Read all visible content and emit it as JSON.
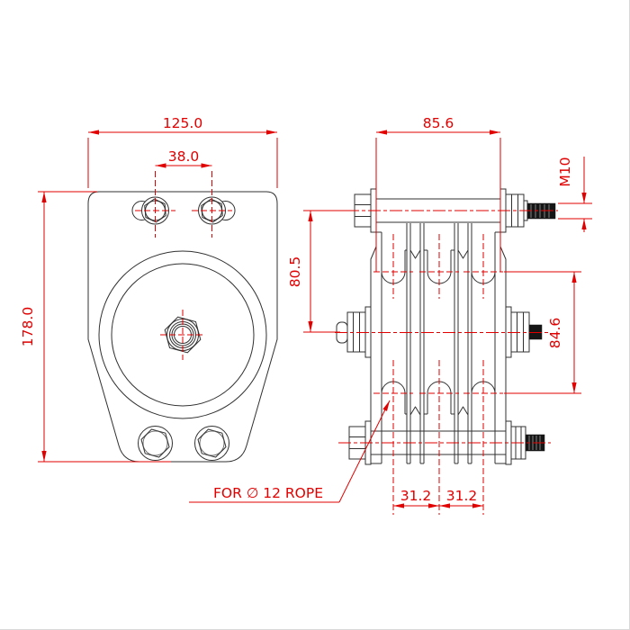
{
  "drawing": {
    "title": "three-sheave-pulley-block-drawing",
    "front_view": {
      "overall_width": "125.0",
      "bolt_spacing": "38.0",
      "overall_height": "178.0"
    },
    "side_view": {
      "overall_width": "85.6",
      "stud_thread": "M10",
      "axle_offset": "80.5",
      "groove_span": "84.6",
      "groove_spacing_left": "31.2",
      "groove_spacing_right": "31.2",
      "rope_note": "FOR ∅ 12 ROPE"
    },
    "colors": {
      "dimension_red": "#e10000",
      "line_black": "#303030",
      "page_edge": "#d9d9d9",
      "stud_fill": "#161616"
    }
  }
}
